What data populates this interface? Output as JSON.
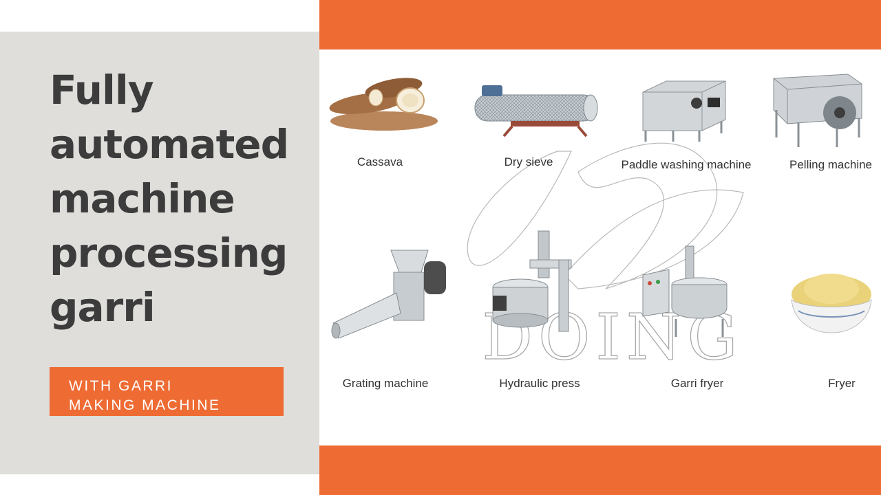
{
  "headline": [
    "Fully",
    "automated",
    "machine",
    "processing",
    "garri"
  ],
  "cta": [
    "WITH GARRI",
    "MAKING MACHINE"
  ],
  "watermark_text": "DOING",
  "items": [
    {
      "label": "Cassava",
      "icon": "cassava-icon"
    },
    {
      "label": "Dry sieve",
      "icon": "dry-sieve-icon"
    },
    {
      "label": "Paddle washing machine",
      "icon": "paddle-washing-machine-icon"
    },
    {
      "label": "Pelling machine",
      "icon": "pelling-machine-icon"
    },
    {
      "label": "Grating machine",
      "icon": "grating-machine-icon"
    },
    {
      "label": "Hydraulic press",
      "icon": "hydraulic-press-icon"
    },
    {
      "label": "Garri fryer",
      "icon": "garri-fryer-icon"
    },
    {
      "label": "Fryer",
      "icon": "garri-bowl-icon"
    }
  ],
  "colors": {
    "accent": "#ee6b33",
    "panel": "#dfdedb",
    "headline": "#3c3c3c"
  }
}
